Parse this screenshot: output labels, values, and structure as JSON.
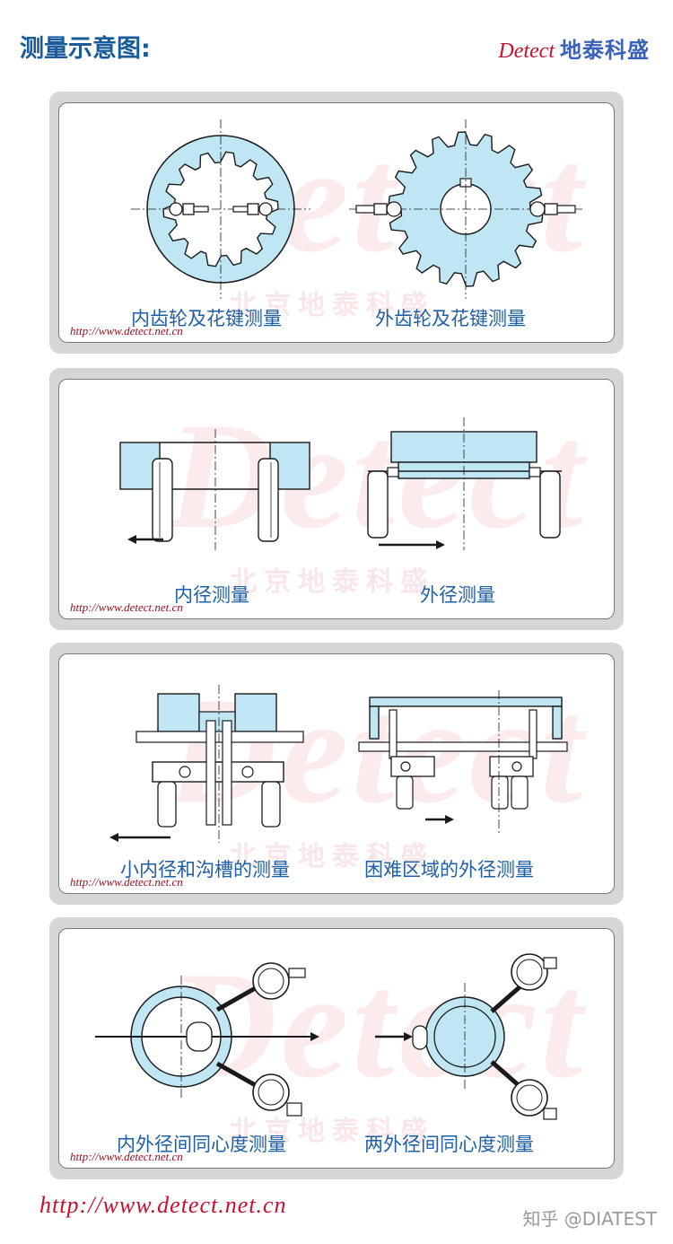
{
  "header": {
    "title": "测量示意图:",
    "brand_en": "Detect",
    "brand_cn": "地泰科盛"
  },
  "panels": [
    {
      "captions": [
        "内齿轮及花键测量",
        "外齿轮及花键测量"
      ],
      "url": "http://www.detect.net.cn"
    },
    {
      "captions": [
        "内径测量",
        "外径测量"
      ],
      "url": "http://www.detect.net.cn"
    },
    {
      "captions": [
        "小内径和沟槽的测量",
        "困难区域的外径测量"
      ],
      "url": "http://www.detect.net.cn"
    },
    {
      "captions": [
        "内外径间同心度测量",
        "两外径间同心度测量"
      ],
      "url": "http://www.detect.net.cn"
    }
  ],
  "watermark": {
    "text": "Detect",
    "text_cn": "北京地泰科盛"
  },
  "footer": {
    "url": "http://www.detect.net.cn",
    "credit": "知乎 @DIATEST"
  },
  "colors": {
    "part_fill": "#bfe6f2",
    "outline": "#1a1a1a",
    "caption": "#1e5fa8",
    "url_red": "#c8102e"
  }
}
